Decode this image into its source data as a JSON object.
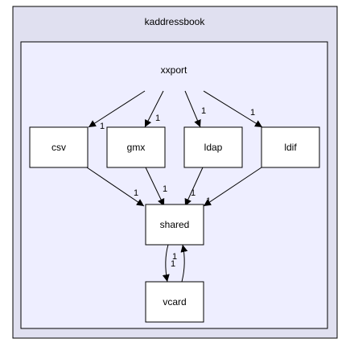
{
  "diagram": {
    "outer_cluster": {
      "label": "kaddressbook",
      "fill": "#e0e0f0",
      "stroke": "#000000"
    },
    "inner_cluster": {
      "label": "xxport",
      "fill": "#eeeeff",
      "stroke": "#000000"
    },
    "node_fill": "#ffffff",
    "nodes": {
      "csv": "csv",
      "gmx": "gmx",
      "ldap": "ldap",
      "ldif": "ldif",
      "shared": "shared",
      "vcard": "vcard"
    },
    "edges": [
      {
        "from": "xxport",
        "to": "csv",
        "label": "1"
      },
      {
        "from": "xxport",
        "to": "gmx",
        "label": "1"
      },
      {
        "from": "xxport",
        "to": "ldap",
        "label": "1"
      },
      {
        "from": "xxport",
        "to": "ldif",
        "label": "1"
      },
      {
        "from": "csv",
        "to": "shared",
        "label": "1"
      },
      {
        "from": "gmx",
        "to": "shared",
        "label": "1"
      },
      {
        "from": "ldap",
        "to": "shared",
        "label": "1"
      },
      {
        "from": "ldif",
        "to": "shared",
        "label": "1"
      },
      {
        "from": "shared",
        "to": "vcard",
        "label": "1"
      },
      {
        "from": "vcard",
        "to": "shared",
        "label": "1"
      }
    ]
  }
}
